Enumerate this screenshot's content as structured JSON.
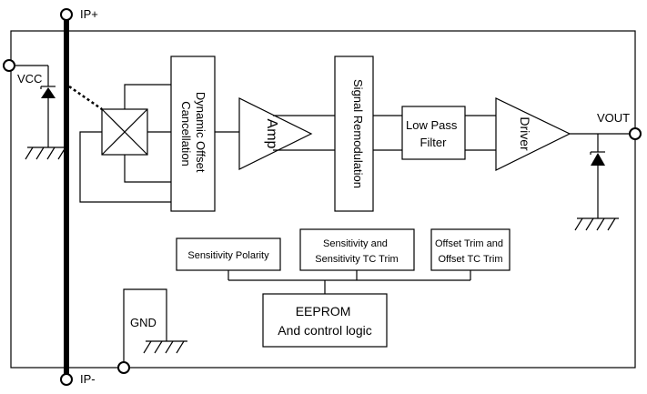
{
  "pins": {
    "ip_plus": "IP+",
    "ip_minus": "IP-",
    "vcc": "VCC",
    "vout": "VOUT",
    "gnd": "GND"
  },
  "blocks": {
    "dynamic_offset_line1": "Dynamic Offset",
    "dynamic_offset_line2": "Cancellation",
    "amp": "Amp",
    "signal_remodulation": "Signal Remodulation",
    "low_pass_line1": "Low Pass",
    "low_pass_line2": "Filter",
    "driver": "Driver",
    "sensitivity_polarity": "Sensitivity Polarity",
    "sensitivity_trim_line1": "Sensitivity and",
    "sensitivity_trim_line2": "Sensitivity TC Trim",
    "offset_trim_line1": "Offset Trim and",
    "offset_trim_line2": "Offset TC Trim",
    "eeprom_line1": "EEPROM",
    "eeprom_line2": "And control logic"
  }
}
